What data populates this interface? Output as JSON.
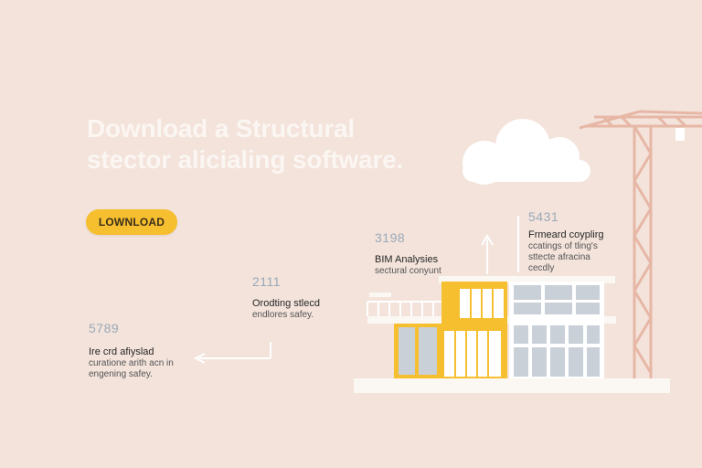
{
  "hero": {
    "title_line1": "Download a Structural",
    "title_line2": "stector alicialing software."
  },
  "cta": {
    "label": "LOWNLOAD"
  },
  "stats": [
    {
      "number": "5789",
      "title": "Ire crd afiyslad",
      "desc_line1": "curatione arith acn in",
      "desc_line2": "engening safey."
    },
    {
      "number": "2111",
      "title": "Orodting stlecd",
      "desc_line1": "endlores safey.",
      "desc_line2": ""
    },
    {
      "number": "3198",
      "title": "BIM Analysies",
      "desc_line1": "sectural conyunt",
      "desc_line2": ""
    },
    {
      "number": "5431",
      "title": "Frmeard coyplirg",
      "desc_line1": "ccatings of tling's",
      "desc_line2": "sttecte afracina"
    }
  ],
  "stat_extra": {
    "line3": "cecdly"
  },
  "colors": {
    "background": "#f3e3db",
    "accent": "#f6bf2f",
    "crane": "#e7b7a6",
    "glass": "#c9d0d8"
  }
}
